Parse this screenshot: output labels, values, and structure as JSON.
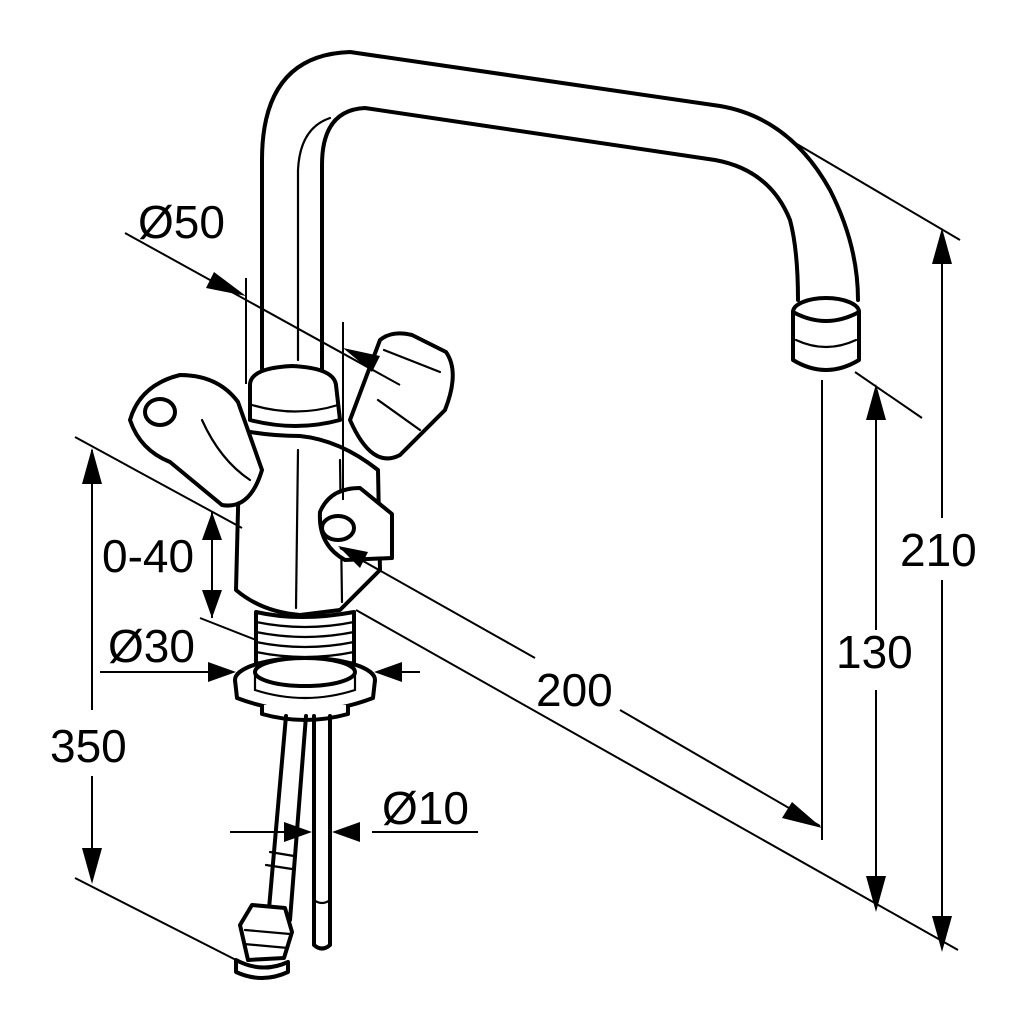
{
  "labels": {
    "d50": "Ø50",
    "d30": "Ø30",
    "d10": "Ø10",
    "range": "0-40",
    "len350": "350",
    "len200": "200",
    "len130": "130",
    "len210": "210"
  }
}
